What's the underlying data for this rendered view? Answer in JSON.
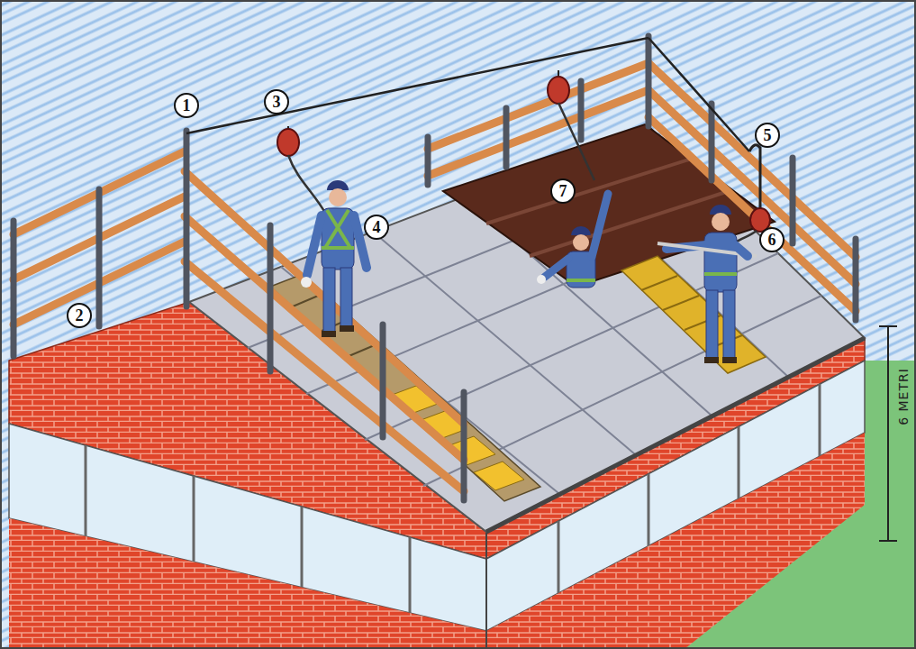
{
  "diagram": {
    "labels": [
      "1",
      "2",
      "3",
      "4",
      "5",
      "6",
      "7",
      "6 METRI"
    ]
  }
}
